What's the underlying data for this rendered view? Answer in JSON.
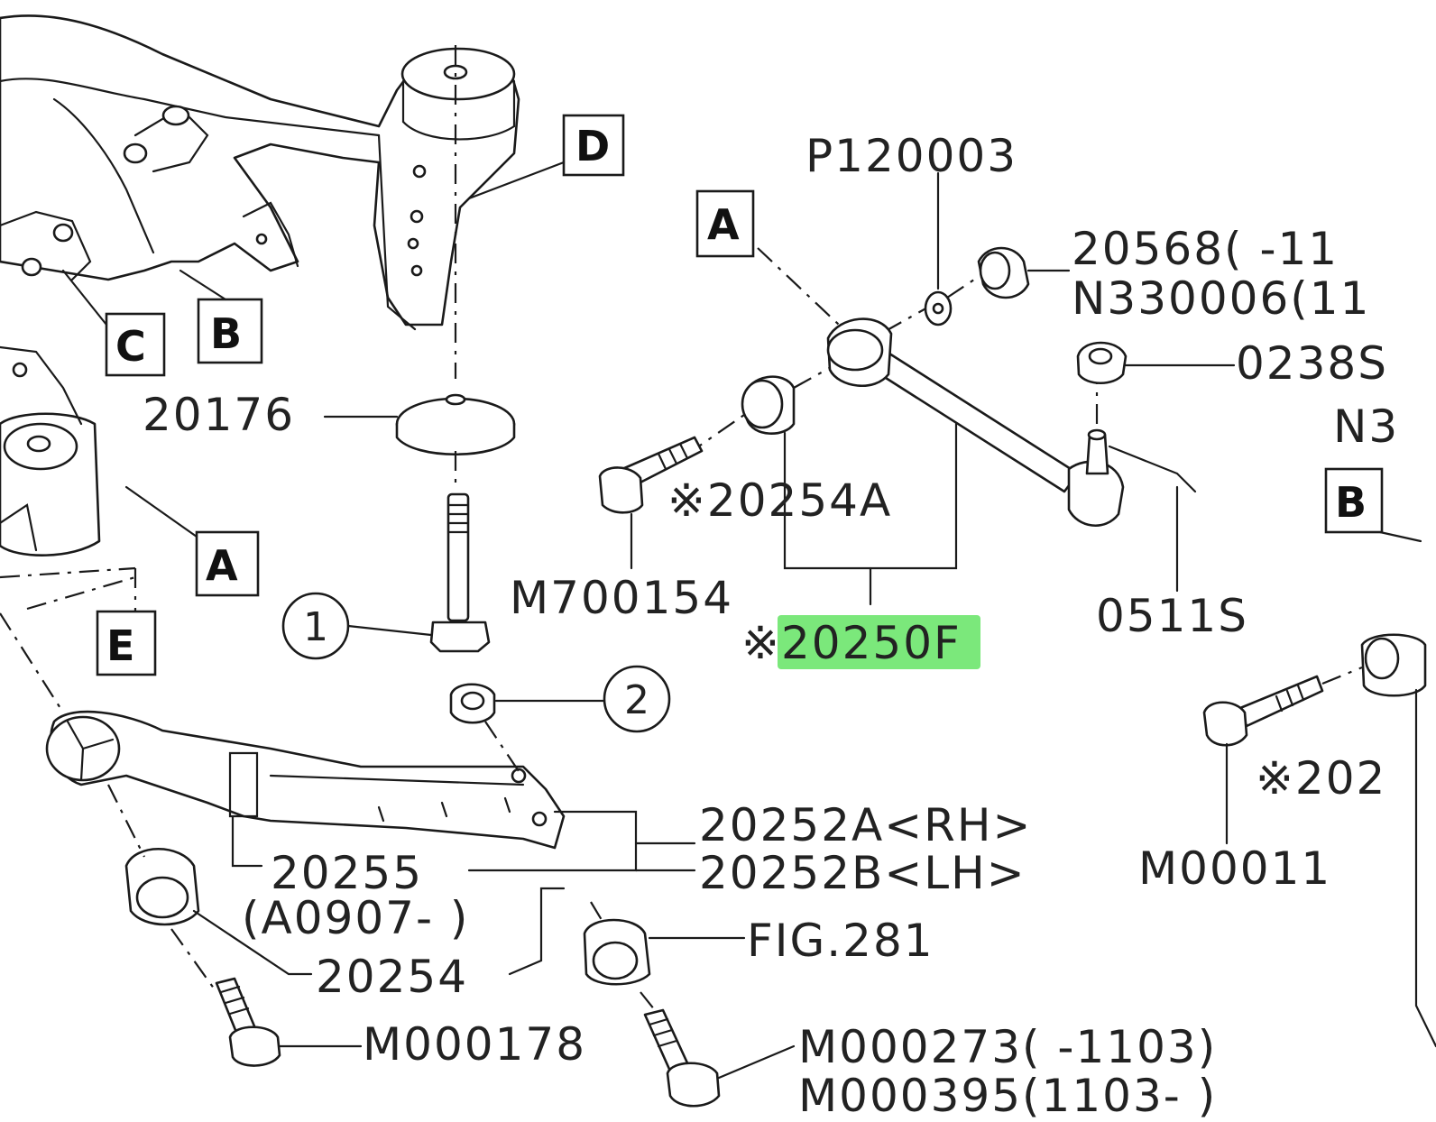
{
  "highlight_color": "#7be87b",
  "callouts": {
    "D": "D",
    "A1": "A",
    "A2": "A",
    "B1": "B",
    "B2": "B",
    "C": "C",
    "E": "E"
  },
  "circled": {
    "c1": "1",
    "c2": "2"
  },
  "labels": {
    "p120003": "P120003",
    "n20568": "20568( -11",
    "n330006": "N330006(11",
    "n0238s": "0238S",
    "n3": "N3",
    "n20176": "20176",
    "n20254a": "※20254A",
    "m700154": "M700154",
    "n20250f_prefix": "※",
    "n20250f": "20250F",
    "n0511s": "0511S",
    "n20252a": "20252A<RH>",
    "n20252b": "20252B<LH>",
    "n20255": "20255",
    "a0907": "(A0907- )",
    "n20254": "20254",
    "fig281": "FIG.281",
    "m000178": "M000178",
    "m000273": "M000273( -1103)",
    "m000395": "M000395(1103- )",
    "m00011": "M00011",
    "n202": "※202"
  }
}
